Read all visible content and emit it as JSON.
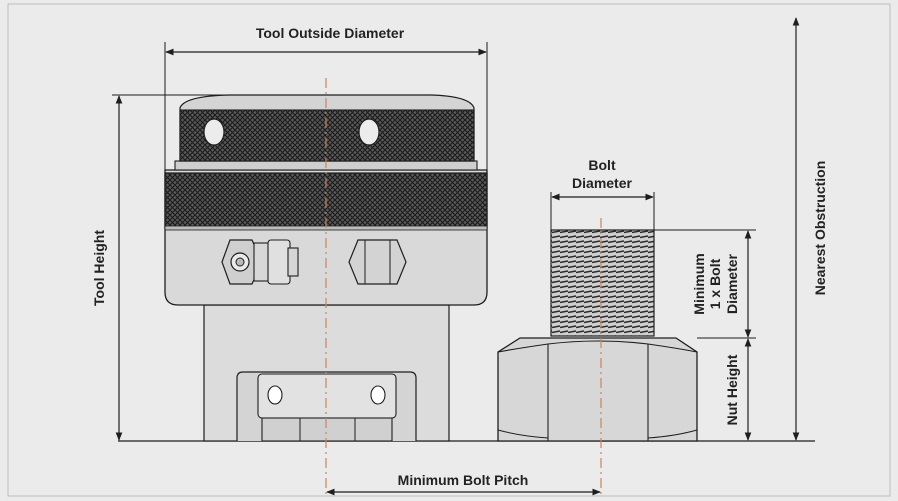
{
  "labels": {
    "tool_outside_diameter": "Tool Outside Diameter",
    "tool_height": "Tool Height",
    "bolt_diameter_line1": "Bolt",
    "bolt_diameter_line2": "Diameter",
    "minimum_line1": "Minimum",
    "minimum_line2": "1 x Bolt",
    "minimum_line3": "Diameter",
    "nut_height": "Nut Height",
    "nearest_obstruction": "Nearest Obstruction",
    "minimum_bolt_pitch": "Minimum Bolt Pitch"
  },
  "colors": {
    "background": "#ebebeb",
    "line": "#1e1e1e",
    "metal": "#d7d7d7",
    "centerline": "#c8865a",
    "knurl": "#3a3a3a"
  }
}
